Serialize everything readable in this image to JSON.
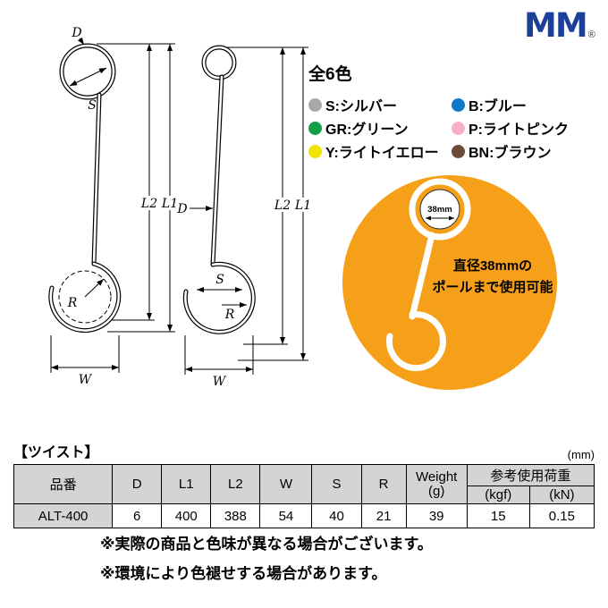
{
  "logo": {
    "text": "MM",
    "mark": "®",
    "color": "#1c3f9c"
  },
  "drawing": {
    "labels": {
      "d": "D",
      "s": "S",
      "r": "R",
      "w": "W",
      "l1": "L1",
      "l2": "L2"
    }
  },
  "legend": {
    "title": "全6色",
    "items": [
      {
        "text": "S:シルバー",
        "color": "#a8a8a8"
      },
      {
        "text": "GR:グリーン",
        "color": "#13a049"
      },
      {
        "text": "Y:ライトイエロー",
        "color": "#f3e100"
      },
      {
        "text": "B:ブルー",
        "color": "#0c79c8"
      },
      {
        "text": "P:ライトピンク",
        "color": "#f8afc4"
      },
      {
        "text": "BN:ブラウン",
        "color": "#6e4a39"
      }
    ]
  },
  "badge": {
    "bg_color": "#f6a019",
    "pole_label": "38mm",
    "line1": "直径38mmの",
    "line2": "ポールまで使用可能"
  },
  "table": {
    "section_title": "【ツイスト】",
    "unit": "(mm)",
    "col_part": "品番",
    "col_d": "D",
    "col_l1": "L1",
    "col_l2": "L2",
    "col_w": "W",
    "col_s": "S",
    "col_r": "R",
    "col_weight_1": "Weight",
    "col_weight_2": "(g)",
    "col_load": "参考使用荷重",
    "col_kgf": "(kgf)",
    "col_kn": "(kN)",
    "row": {
      "part": "ALT-400",
      "d": "6",
      "l1": "400",
      "l2": "388",
      "w": "54",
      "s": "40",
      "r": "21",
      "weight": "39",
      "kgf": "15",
      "kn": "0.15"
    }
  },
  "notes": [
    "※実際の商品と色味が異なる場合がございます。",
    "※環境により色褪せする場合があります。"
  ]
}
